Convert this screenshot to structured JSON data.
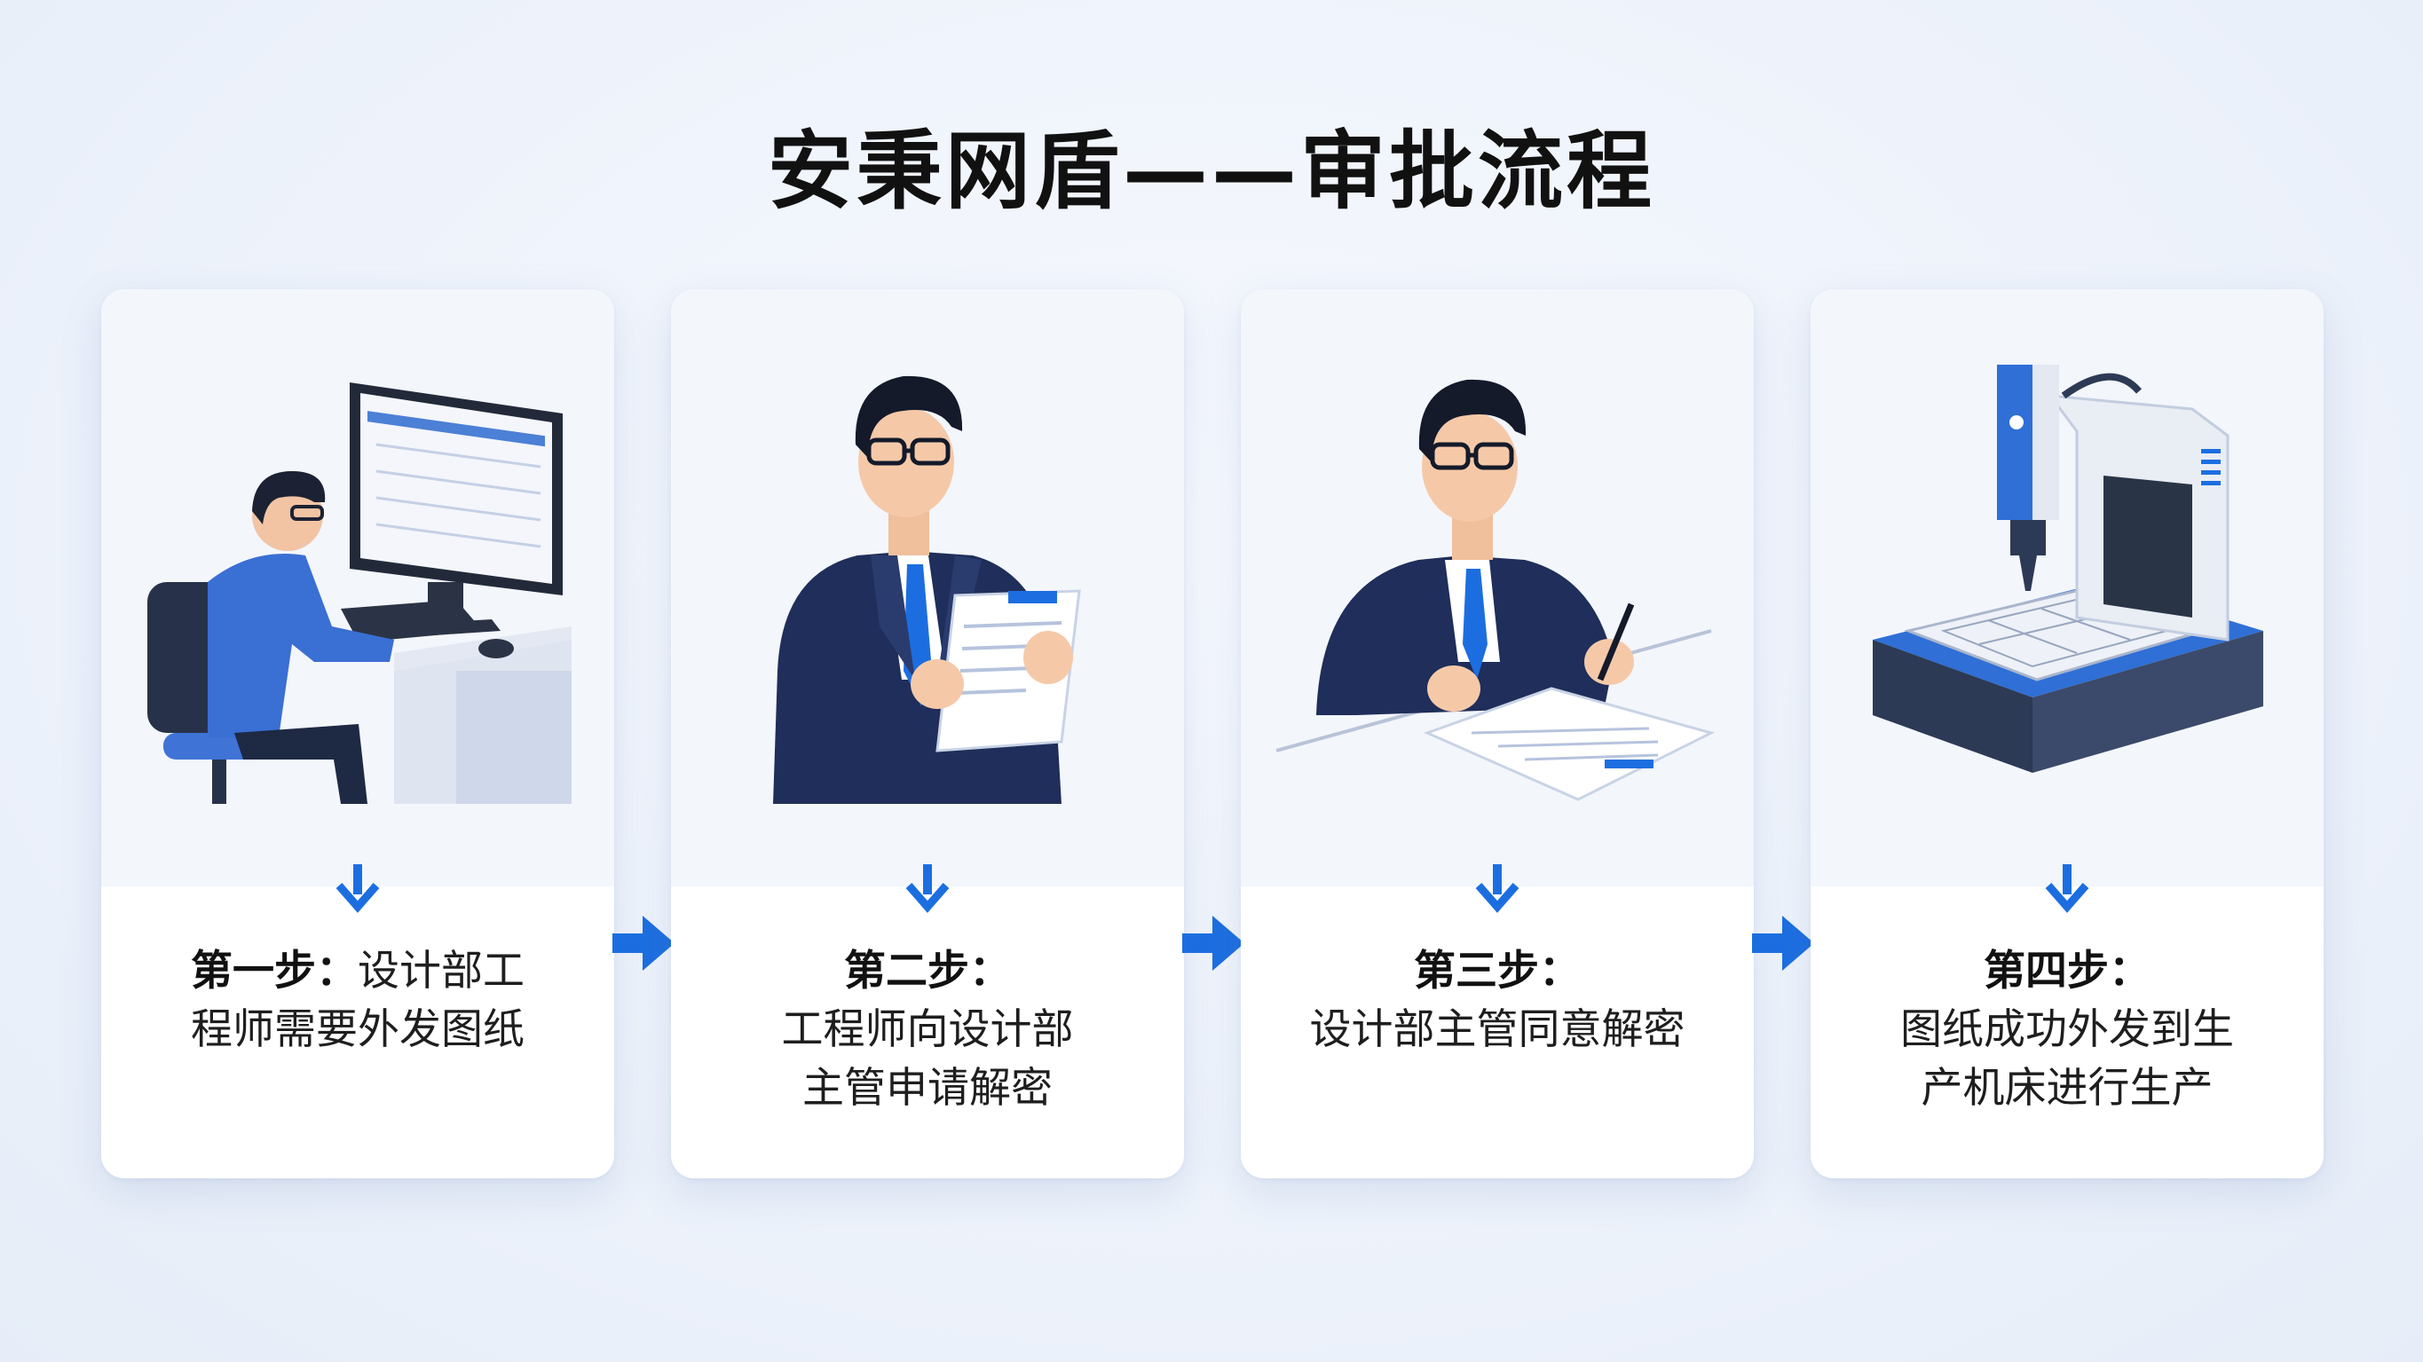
{
  "title": "安秉网盾——审批流程",
  "colors": {
    "accent": "#1c6ee0",
    "navy": "#1e2f5c",
    "card_bg": "#ffffff",
    "illus_bg": "#f3f6fb"
  },
  "steps": [
    {
      "label": "第一步：",
      "desc": "设计部工程师需要外发图纸",
      "line1": "设计部工",
      "line2": "程师需要外发图纸",
      "illustration": "engineer-at-computer"
    },
    {
      "label": "第二步：",
      "desc": "工程师向设计部主管申请解密",
      "line1": "工程师向设计部",
      "line2": "主管申请解密",
      "illustration": "manager-reading-document"
    },
    {
      "label": "第三步：",
      "desc": "设计部主管同意解密",
      "line1": "设计部主管同意解密",
      "line2": "",
      "illustration": "manager-signing-document"
    },
    {
      "label": "第四步：",
      "desc": "图纸成功外发到生产机床进行生产",
      "line1": "图纸成功外发到生",
      "line2": "产机床进行生产",
      "illustration": "cnc-machine"
    }
  ]
}
